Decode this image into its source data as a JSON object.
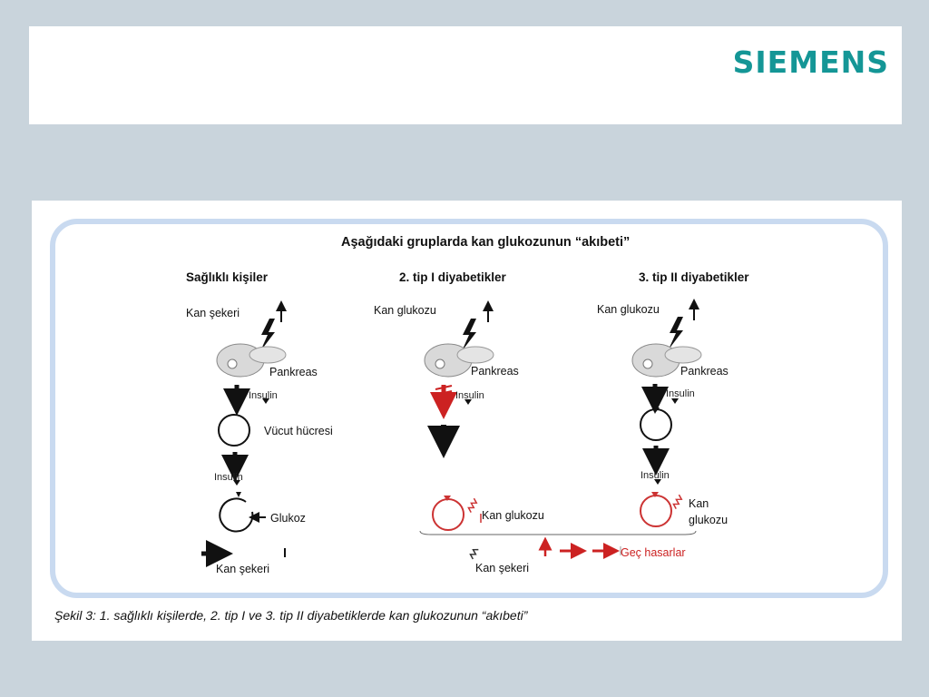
{
  "brand": {
    "logo_text": "SIEMENS",
    "color": "#149696"
  },
  "diagram": {
    "title": "Aşağıdaki gruplarda kan glukozunun “akıbeti”",
    "columns": {
      "healthy": {
        "header": "Sağlıklı kişiler",
        "blood_sugar_top": "Kan şekeri",
        "pancreas": "Pankreas",
        "insulin1": "Insulin",
        "body_cell": "Vücut hücresi",
        "insulin2": "Insulin",
        "glucose": "Glukoz",
        "blood_sugar_bottom": "Kan şekeri"
      },
      "type1": {
        "header": "2. tip I diyabetikler",
        "blood_glucose_top": "Kan glukozu",
        "pancreas": "Pankreas",
        "insulin": "Insulin",
        "blood_glucose_cell": "Kan glukozu",
        "blood_sugar_bottom": "Kan şekeri"
      },
      "type2": {
        "header": "3. tip II diyabetikler",
        "blood_glucose_top": "Kan glukozu",
        "pancreas": "Pankreas",
        "insulin1": "Insulin",
        "insulin2": "Insulin",
        "blood_glucose_cell_line1": "Kan",
        "blood_glucose_cell_line2": "glukozu"
      },
      "late_damage": "Geç hasarlar"
    },
    "caption": "Şekil 3: 1. sağlıklı kişilerde, 2. tip I ve 3. tip II diyabetiklerde kan glukozunun “akıbeti”"
  },
  "colors": {
    "frame": "#c9daf0",
    "background": "#c9d4dc",
    "accent_red": "#cc2222"
  }
}
